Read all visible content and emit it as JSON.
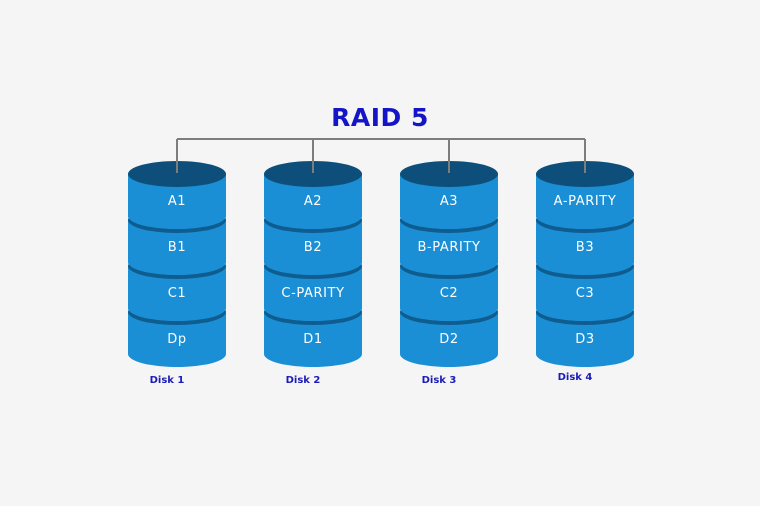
{
  "title": "RAID 5",
  "colors": {
    "background": "#f5f5f6",
    "title": "#1515c8",
    "disk_label": "#1b1bb8",
    "segment_body": "#1a8fd6",
    "segment_top": "#0d4f7a",
    "segment_groove": "#0f5c8f",
    "connector": "#7d7d7d",
    "segment_text": "#ffffff"
  },
  "disks": [
    {
      "label": "Disk 1",
      "segments": [
        "A1",
        "B1",
        "C1",
        "Dp"
      ]
    },
    {
      "label": "Disk 2",
      "segments": [
        "A2",
        "B2",
        "C-PARITY",
        "D1"
      ]
    },
    {
      "label": "Disk 3",
      "segments": [
        "A3",
        "B-PARITY",
        "C2",
        "D2"
      ]
    },
    {
      "label": "Disk 4",
      "segments": [
        "A-PARITY",
        "B3",
        "C3",
        "D3"
      ]
    }
  ]
}
